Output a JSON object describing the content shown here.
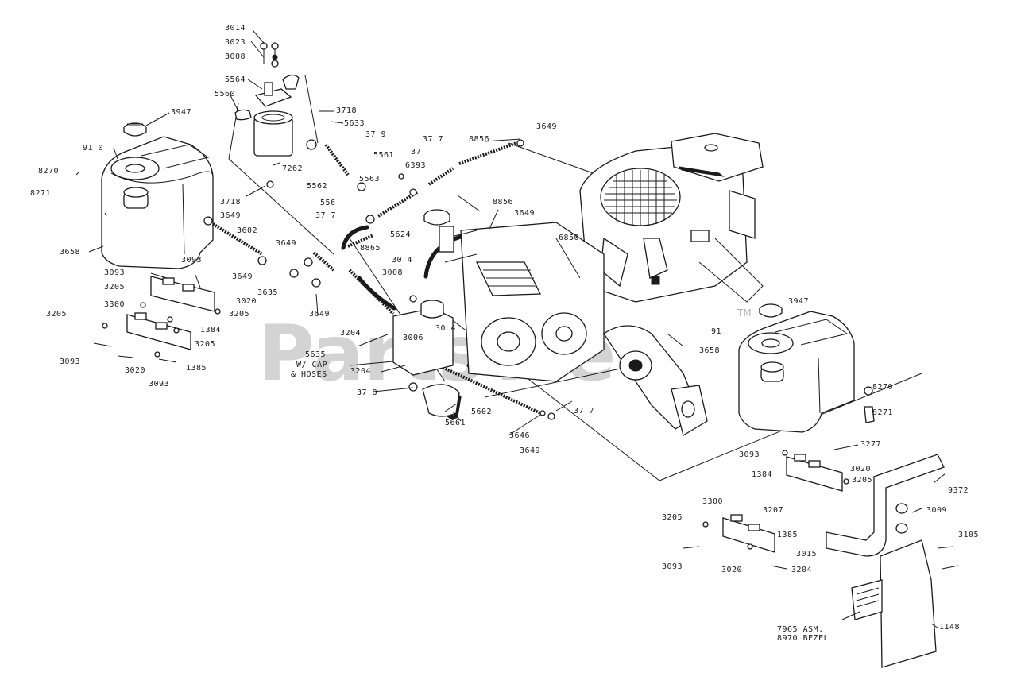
{
  "watermark": {
    "text": "PartsTree",
    "tm": "TM"
  },
  "labels": {
    "l3014": "3014",
    "l3023": "3023",
    "l3008a": "3008",
    "l5564": "5564",
    "l5560": "5560",
    "l3947a": "3947",
    "l9110a": "91 0",
    "l8270a": "8270",
    "l8271a": "8271",
    "l3658a": "3658",
    "l3718a": "3718",
    "l5633": "5633",
    "l7262": "7262",
    "l3718b": "3718",
    "l3649a": "3649",
    "l3602": "3602",
    "l3649b": "3649",
    "l3649c": "3649",
    "l3635": "3635",
    "l3649d": "3649",
    "l3093a": "3093",
    "l3093b": "3093",
    "l3205a": "3205",
    "l3300a": "3300",
    "l3205b": "3205",
    "l3020a": "3020",
    "l3205c": "3205",
    "l1384a": "1384",
    "l3205d": "3205",
    "l3093c": "3093",
    "l3020b": "3020",
    "l1385a": "1385",
    "l3093d": "3093",
    "l3719": "37 9",
    "l3717a": "37 7",
    "l5561": "5561",
    "l3717b": "37",
    "l6393": "6393",
    "l8856": "8856",
    "l3649e": "3649",
    "l5562": "5562",
    "l5563": "5563",
    "l556": "556",
    "l3717c": "37 7",
    "l8865": "8865",
    "l5624": "5624",
    "l8856b": "8856",
    "l3649f": "3649",
    "l6850": "6850",
    "l3014b": "30 4",
    "l3008b": "3008",
    "l3014c": "30 4",
    "l3006": "3006",
    "l3204a": "3204",
    "l5635": "5635",
    "l5635b": "W/ CAP",
    "l5635c": "& HOSES",
    "l3204b": "3204",
    "l3718c": "37 8",
    "l5602": "5602",
    "l5661": "5661",
    "l3717d": "37 7",
    "l3646": "3646",
    "l3649g": "3649",
    "l3947b": "3947",
    "l91b": "91",
    "l3658b": "3658",
    "l8270b": "8270",
    "l8271b": "8271",
    "l3093e": "3093",
    "l3277": "3277",
    "l1384b": "1384",
    "l3020c": "3020",
    "l3205e": "3205",
    "l9372": "9372",
    "l3300b": "3300",
    "l3207": "3207",
    "l3205f": "3205",
    "l3009": "3009",
    "l1385b": "1385",
    "l3105": "3105",
    "l3015": "3015",
    "l3093f": "3093",
    "l3020d": "3020",
    "l3204c": "3204",
    "l7965a": "7965 ASM.",
    "l7965b": "8970 BEZEL",
    "l1148": "1148"
  }
}
